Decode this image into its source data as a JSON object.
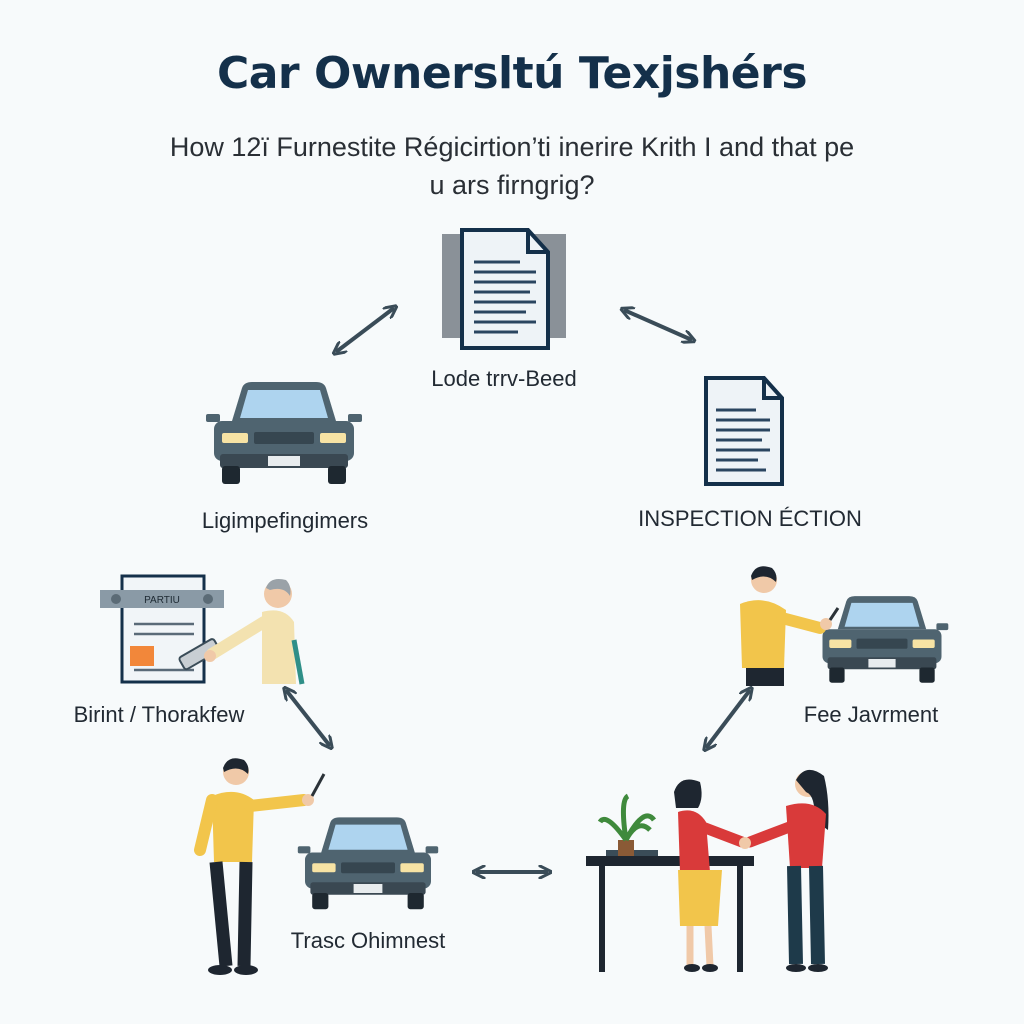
{
  "title": "Car Ownersltú Texjshérs",
  "subtitle": "How 12ï Furnestite Régicirtion’ti inerire Krith I and that pe u ars firngrig?",
  "labels": {
    "document_top": "Lode trrv-Beed",
    "car_left": "Ligimpefingimers",
    "inspection": "INSPECTION ÉCTION",
    "sign_transfer": "Birint / Thorakfew",
    "fee_payment": "Fee Javrment",
    "trasc": "Trasc Ohimnest"
  },
  "sign_text": "PARTIU",
  "colors": {
    "title": "#14304a",
    "car_body": "#4f6470",
    "window": "#aed4ef",
    "arrow": "#3a4c58",
    "shirt_yellow": "#f2c54b",
    "shirt_red": "#d93a3a",
    "orange_box": "#f2873a"
  }
}
